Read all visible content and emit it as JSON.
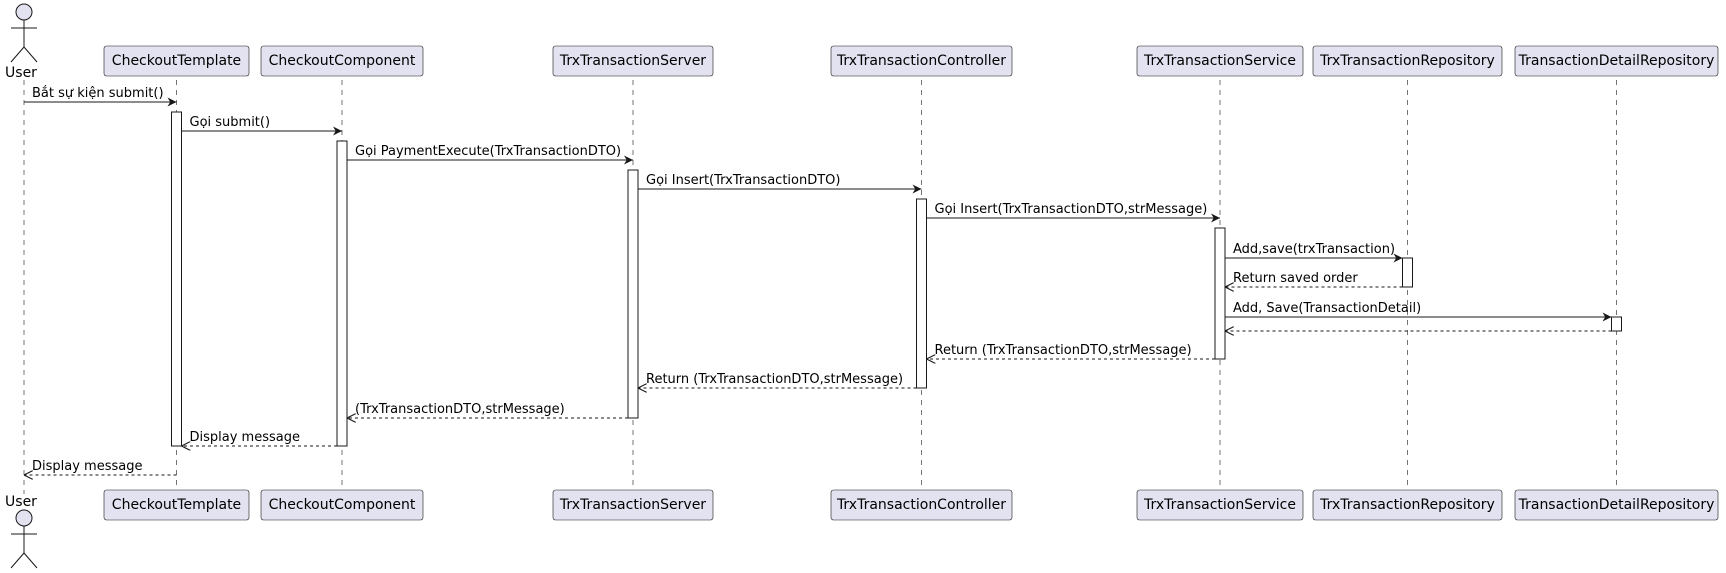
{
  "actor": {
    "name": "User"
  },
  "participants": [
    {
      "id": "checkout-template",
      "name": "CheckoutTemplate"
    },
    {
      "id": "checkout-component",
      "name": "CheckoutComponent"
    },
    {
      "id": "trx-transaction-server",
      "name": "TrxTransactionServer"
    },
    {
      "id": "trx-transaction-controller",
      "name": "TrxTransactionController"
    },
    {
      "id": "trx-transaction-service",
      "name": "TrxTransactionService"
    },
    {
      "id": "trx-transaction-repository",
      "name": "TrxTransactionRepository"
    },
    {
      "id": "transaction-detail-repository",
      "name": "TransactionDetailRepository"
    }
  ],
  "messages": [
    {
      "from": "User",
      "to": "CheckoutTemplate",
      "label": "Bắt sự kiện submit()",
      "type": "sync"
    },
    {
      "from": "CheckoutTemplate",
      "to": "CheckoutComponent",
      "label": "Gọi submit()",
      "type": "sync"
    },
    {
      "from": "CheckoutComponent",
      "to": "TrxTransactionServer",
      "label": "Gọi PaymentExecute(TrxTransactionDTO)",
      "type": "sync"
    },
    {
      "from": "TrxTransactionServer",
      "to": "TrxTransactionController",
      "label": "Gọi Insert(TrxTransactionDTO)",
      "type": "sync"
    },
    {
      "from": "TrxTransactionController",
      "to": "TrxTransactionService",
      "label": "Gọi Insert(TrxTransactionDTO,strMessage)",
      "type": "sync"
    },
    {
      "from": "TrxTransactionService",
      "to": "TrxTransactionRepository",
      "label": "Add,save(trxTransaction)",
      "type": "sync"
    },
    {
      "from": "TrxTransactionRepository",
      "to": "TrxTransactionService",
      "label": "Return saved order",
      "type": "reply"
    },
    {
      "from": "TrxTransactionService",
      "to": "TransactionDetailRepository",
      "label": "Add, Save(TransactionDetail)",
      "type": "sync"
    },
    {
      "from": "TransactionDetailRepository",
      "to": "TrxTransactionService",
      "label": "",
      "type": "reply"
    },
    {
      "from": "TrxTransactionService",
      "to": "TrxTransactionController",
      "label": "Return (TrxTransactionDTO,strMessage)",
      "type": "reply"
    },
    {
      "from": "TrxTransactionController",
      "to": "TrxTransactionServer",
      "label": "Return (TrxTransactionDTO,strMessage)",
      "type": "reply"
    },
    {
      "from": "TrxTransactionServer",
      "to": "CheckoutComponent",
      "label": "(TrxTransactionDTO,strMessage)",
      "type": "reply"
    },
    {
      "from": "CheckoutComponent",
      "to": "CheckoutTemplate",
      "label": "Display message",
      "type": "reply"
    },
    {
      "from": "CheckoutTemplate",
      "to": "User",
      "label": "Display message",
      "type": "reply"
    }
  ]
}
